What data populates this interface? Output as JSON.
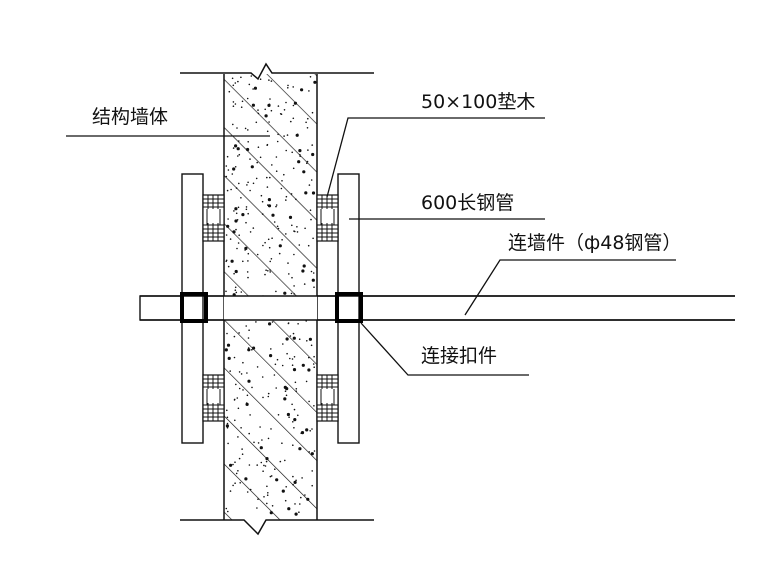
{
  "diagram": {
    "title": "连墙件节点构造示意",
    "stroke_color": "#111111",
    "background": "#ffffff",
    "labels": {
      "wall": "结构墙体",
      "timber": "50×100垫木",
      "short_pipe": "600长钢管",
      "tie": "连墙件（ф48钢管）",
      "coupler": "连接扣件"
    }
  }
}
